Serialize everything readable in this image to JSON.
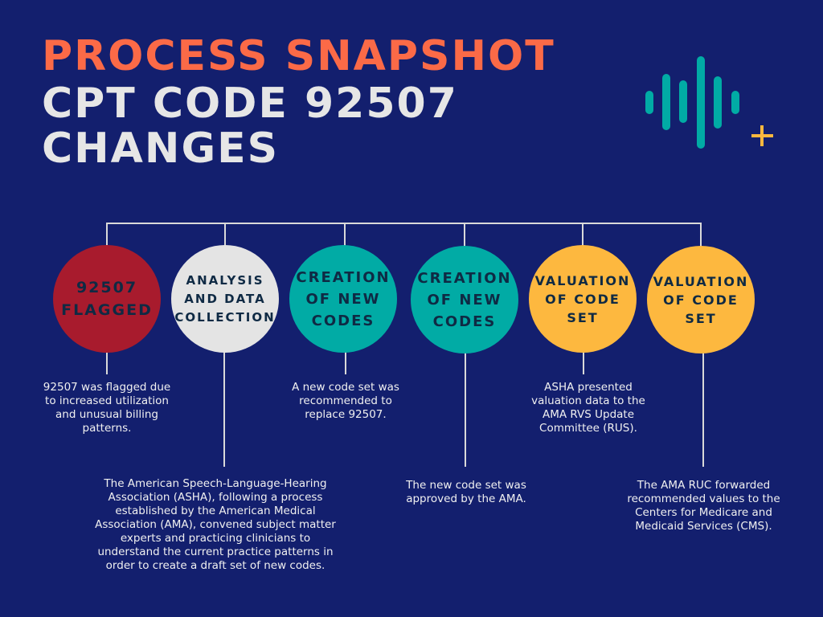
{
  "header": {
    "title_line1": "PROCESS SNAPSHOT",
    "title_line2": "CPT CODE 92507",
    "title_line3": "CHANGES"
  },
  "colors": {
    "background": "#131f6e",
    "accent_orange": "#fb6a47",
    "red": "#a81b2d",
    "grey": "#e4e4e4",
    "teal": "#01aba5",
    "yellow": "#fdb83f"
  },
  "logo": {
    "icon": "soundwave-plus-icon"
  },
  "steps": [
    {
      "label": "92507 FLAGGED",
      "description": "92507 was flagged due to increased utilization and unusual billing patterns."
    },
    {
      "label": "ANALYSIS AND DATA COLLECTION",
      "description": "The American Speech-Language-Hearing Association (ASHA), following a process established by the American Medical Association (AMA), convened subject matter experts and practicing clinicians to understand the current practice patterns in order to create a draft set of new codes."
    },
    {
      "label": "CREATION OF NEW CODES",
      "description": "A new code set was recommended to replace 92507."
    },
    {
      "label": "CREATION OF NEW CODES",
      "description": "The new code set was approved by the AMA."
    },
    {
      "label": "VALUATION OF CODE SET",
      "description": "ASHA presented valuation data to the AMA RVS Update Committee (RUS)."
    },
    {
      "label": "VALUATION OF CODE SET",
      "description": "The AMA RUC forwarded recommended values to the Centers for Medicare and Medicaid Services (CMS)."
    }
  ]
}
